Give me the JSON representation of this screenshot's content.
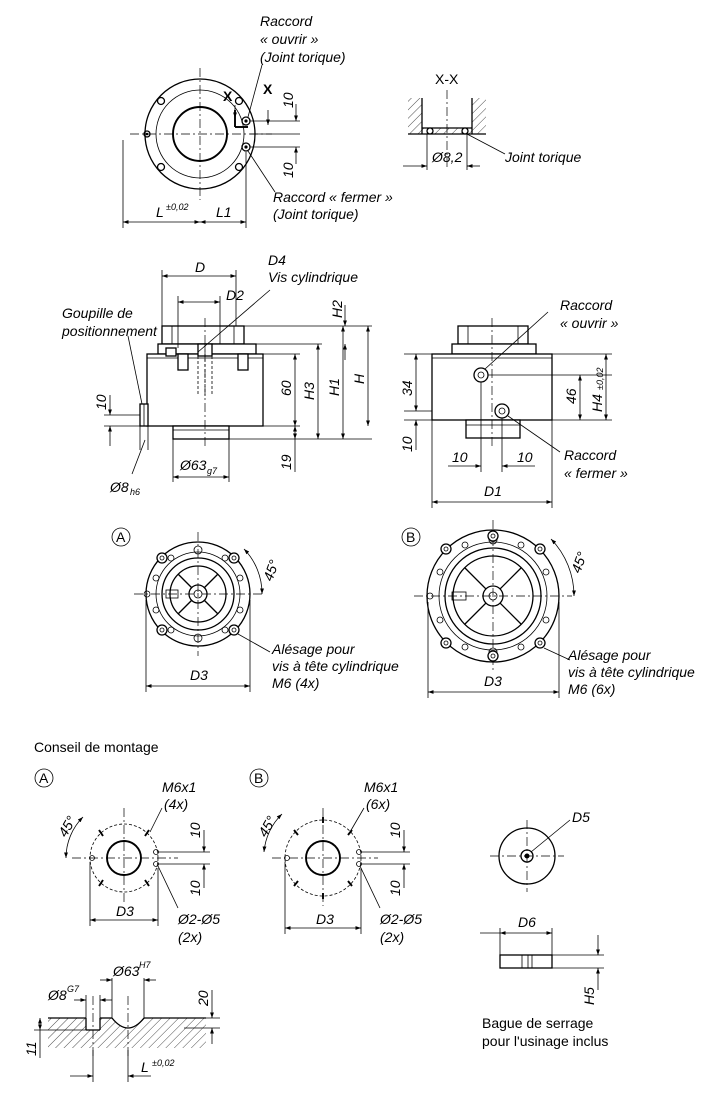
{
  "top_view": {
    "raccord_ouvrir": [
      "Raccord",
      "« ouvrir »",
      "(Joint torique)"
    ],
    "raccord_fermer": [
      "Raccord « fermer »",
      "(Joint torique)"
    ],
    "x_mark": "X",
    "dim_10_a": "10",
    "dim_10_b": "10",
    "dim_L": "L",
    "dim_L_tol": "±0,02",
    "dim_L1": "L1"
  },
  "section_xx": {
    "title": "X-X",
    "dim": "Ø8,2",
    "label": "Joint torique"
  },
  "side_view": {
    "dim_D": "D",
    "dim_D2": "D2",
    "d4_label": [
      "D4",
      "Vis cylindrique"
    ],
    "goupille": [
      "Goupille de",
      "positionnement"
    ],
    "dim_H2": "H2",
    "dim_H3": "H3",
    "dim_H1": "H1",
    "dim_H": "H",
    "dim_60": "60",
    "dim_19": "19",
    "dim_10": "10",
    "dim_d63": "Ø63",
    "dim_d63_tol": "g7",
    "dim_d8": "Ø8",
    "dim_d8_tol": "h6"
  },
  "front_view": {
    "raccord_ouvrir": [
      "Raccord",
      "« ouvrir »"
    ],
    "raccord_fermer": [
      "Raccord",
      "« fermer »"
    ],
    "dim_34": "34",
    "dim_10": "10",
    "dim_46": "46",
    "dim_H4": "H4",
    "dim_H4_tol": "±0,02",
    "dim_10_l": "10",
    "dim_10_r": "10",
    "dim_D1": "D1"
  },
  "variant_a": {
    "marker": "A",
    "angle": "45°",
    "note": [
      "Alésage pour",
      "vis à tête cylindrique",
      "M6 (4x)"
    ],
    "dim_D3": "D3"
  },
  "variant_b": {
    "marker": "B",
    "angle": "45°",
    "note": [
      "Alésage pour",
      "vis à tête cylindrique",
      "M6 (6x)"
    ],
    "dim_D3": "D3"
  },
  "mounting": {
    "title": "Conseil de montage",
    "a": {
      "marker": "A",
      "angle": "45°",
      "thread": [
        "M6x1",
        "(4x)"
      ],
      "dim_10a": "10",
      "dim_10b": "10",
      "dim_D3": "D3",
      "bore": [
        "Ø2-Ø5",
        "(2x)"
      ]
    },
    "b": {
      "marker": "B",
      "angle": "45°",
      "thread": [
        "M6x1",
        "(6x)"
      ],
      "dim_10a": "10",
      "dim_10b": "10",
      "dim_D3": "D3",
      "bore": [
        "Ø2-Ø5",
        "(2x)"
      ]
    },
    "section": {
      "d63": "Ø63",
      "d63_tol": "H7",
      "d8": "Ø8",
      "d8_tol": "G7",
      "dim_20": "20",
      "dim_11": "11",
      "dim_L": "L",
      "dim_L_tol": "±0,02"
    },
    "ring": {
      "d5": "D5",
      "d6": "D6",
      "h5": "H5",
      "caption": [
        "Bague de serrage",
        "pour l'usinage inclus"
      ]
    }
  }
}
